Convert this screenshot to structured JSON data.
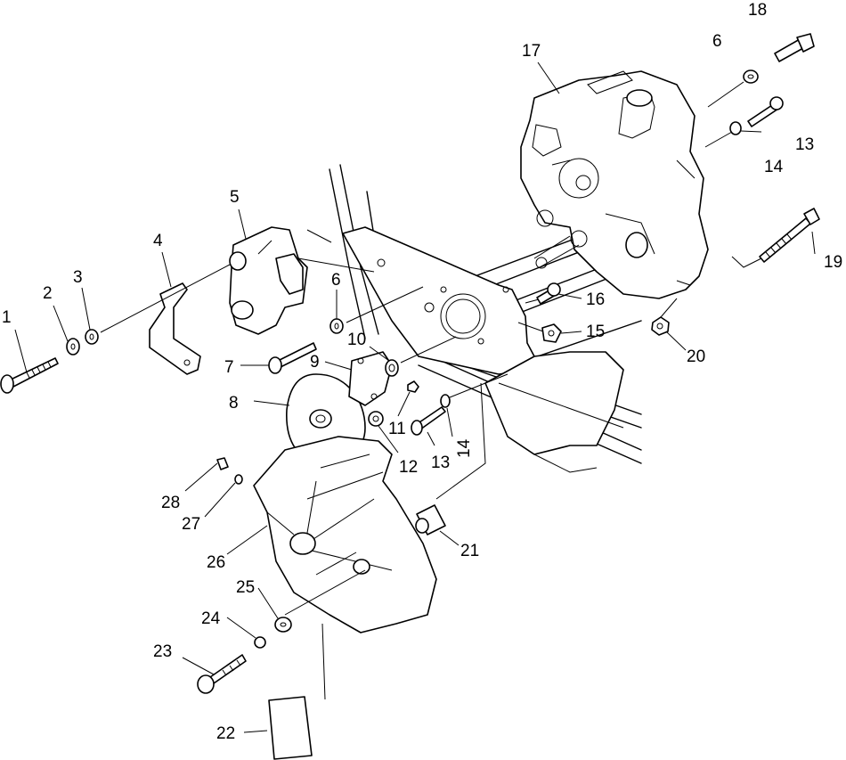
{
  "diagram": {
    "callouts": [
      {
        "id": "c1",
        "text": "1"
      },
      {
        "id": "c2",
        "text": "2"
      },
      {
        "id": "c3",
        "text": "3"
      },
      {
        "id": "c4",
        "text": "4"
      },
      {
        "id": "c5",
        "text": "5"
      },
      {
        "id": "c6a",
        "text": "6"
      },
      {
        "id": "c6b",
        "text": "6"
      },
      {
        "id": "c7",
        "text": "7"
      },
      {
        "id": "c8",
        "text": "8"
      },
      {
        "id": "c9",
        "text": "9"
      },
      {
        "id": "c10",
        "text": "10"
      },
      {
        "id": "c11",
        "text": "11"
      },
      {
        "id": "c12",
        "text": "12"
      },
      {
        "id": "c13a",
        "text": "13"
      },
      {
        "id": "c13b",
        "text": "13"
      },
      {
        "id": "c14a",
        "text": "14"
      },
      {
        "id": "c14b",
        "text": "14"
      },
      {
        "id": "c15",
        "text": "15"
      },
      {
        "id": "c16",
        "text": "16"
      },
      {
        "id": "c17",
        "text": "17"
      },
      {
        "id": "c18",
        "text": "18"
      },
      {
        "id": "c19",
        "text": "19"
      },
      {
        "id": "c20",
        "text": "20"
      },
      {
        "id": "c21",
        "text": "21"
      },
      {
        "id": "c22",
        "text": "22"
      },
      {
        "id": "c23",
        "text": "23"
      },
      {
        "id": "c24",
        "text": "24"
      },
      {
        "id": "c25",
        "text": "25"
      },
      {
        "id": "c26",
        "text": "26"
      },
      {
        "id": "c27",
        "text": "27"
      },
      {
        "id": "c28",
        "text": "28"
      }
    ]
  }
}
